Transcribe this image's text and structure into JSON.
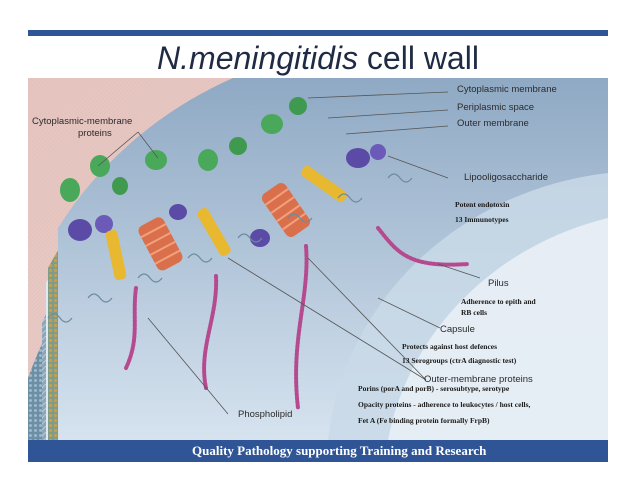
{
  "title": {
    "italic": "N.meningitidis",
    "rest": " cell wall"
  },
  "labels": {
    "cytoplasmic_membrane": "Cytoplasmic membrane",
    "periplasmic_space": "Periplasmic space",
    "outer_membrane": "Outer membrane",
    "cytoplasmic_membrane_proteins_1": "Cytoplasmic-membrane",
    "cytoplasmic_membrane_proteins_2": "proteins",
    "lipooligosaccharide": "Lipooligosaccharide",
    "pilus": "Pilus",
    "capsule": "Capsule",
    "outer_membrane_proteins": "Outer-membrane proteins",
    "phospholipid": "Phospholipid"
  },
  "notes": {
    "los_1": "Potent endotoxin",
    "los_2": "13 Immunotypes",
    "pilus_1": "Adherence to epith and",
    "pilus_2": "RB cells",
    "capsule_1": "Protects against host defences",
    "capsule_2": "13 Serogroups (ctrA diagnostic test)",
    "omp_1": "Porins (porA and porB) - serosubtype, serotype",
    "omp_2": "Opacity proteins - adherence to leukocytes / host cells,",
    "omp_3": "Fet A (Fe binding protein formally FrpB)"
  },
  "footer": {
    "text": "Quality Pathology supporting Training and Research"
  },
  "colors": {
    "brand_blue": "#2f5597",
    "background_pink": "#ecc8c2",
    "cytoplasm_blue": "#c4d8ea",
    "porin": "#d9704b",
    "opacity_protein": "#e8b830",
    "pilus": "#b54a8f",
    "membrane_protein_green": "#4aa85a",
    "purple_protein": "#5b4aa6"
  }
}
